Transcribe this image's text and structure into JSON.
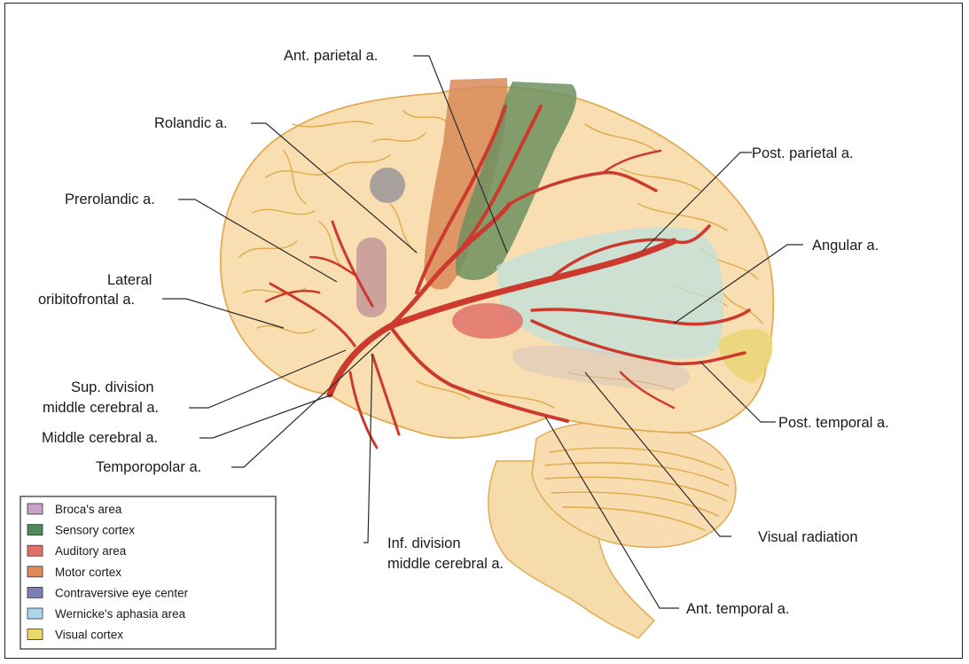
{
  "labels": {
    "ant_parietal": "Ant. parietal a.",
    "rolandic": "Rolandic a.",
    "prerolandic": "Prerolandic a.",
    "lateral_orbitofrontal_line1": "Lateral",
    "lateral_orbitofrontal_line2": "oribitofrontal a.",
    "sup_division_line1": "Sup. division",
    "sup_division_line2": "middle cerebral a.",
    "middle_cerebral": "Middle cerebral a.",
    "temporopolar": "Temporopolar a.",
    "inf_division_line1": "Inf. division",
    "inf_division_line2": "middle cerebral a.",
    "post_parietal": "Post. parietal a.",
    "angular": "Angular a.",
    "post_temporal": "Post. temporal a.",
    "visual_radiation": "Visual radiation",
    "ant_temporal": "Ant. temporal a."
  },
  "legend": {
    "items": [
      {
        "label": "Broca's area",
        "color": "#c9a0c9"
      },
      {
        "label": "Sensory cortex",
        "color": "#4f8a5b"
      },
      {
        "label": "Auditory area",
        "color": "#e0706a"
      },
      {
        "label": "Motor cortex",
        "color": "#e08a5a"
      },
      {
        "label": "Contraversive eye center",
        "color": "#7e7fb8"
      },
      {
        "label": "Wernicke's aphasia area",
        "color": "#a9d6ea"
      },
      {
        "label": "Visual cortex",
        "color": "#ebd86a"
      }
    ]
  },
  "colors": {
    "brain_fill": "#f8deb0",
    "brain_outline": "#e2ab55",
    "artery": "#cc3a2e",
    "motor_region": "#d98a58",
    "sensory_region": "#7a9a6a",
    "eye_center_region": "#9e9a9c",
    "broca_region": "#c59c9a",
    "auditory_region": "#e0716a",
    "wernicke_region": "#bfe0de",
    "visual_cortex_region": "#ead67a"
  }
}
